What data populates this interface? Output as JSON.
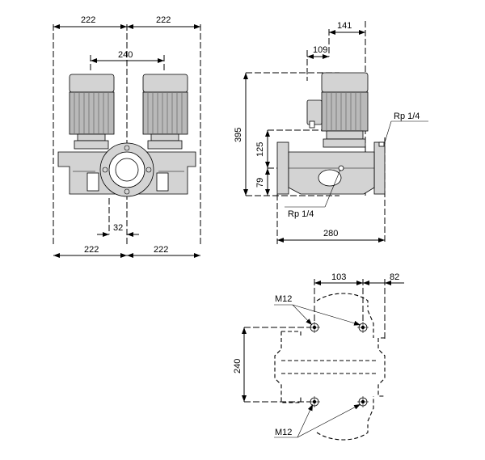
{
  "dimensions": {
    "front_top_left": "222",
    "front_top_right": "222",
    "front_motor_spacing": "240",
    "front_pipe_offset": "32",
    "front_bottom_left": "222",
    "front_bottom_right": "222",
    "side_width_141": "141",
    "side_width_109": "109",
    "side_total_height": "395",
    "side_height_125": "125",
    "side_height_79": "79",
    "side_length": "280",
    "base_spacing_103": "103",
    "base_offset_82": "82",
    "base_spacing_240": "240"
  },
  "labels": {
    "port_top": "Rp 1/4",
    "port_bottom": "Rp 1/4",
    "bolt_top": "M12",
    "bolt_bottom": "M12"
  }
}
